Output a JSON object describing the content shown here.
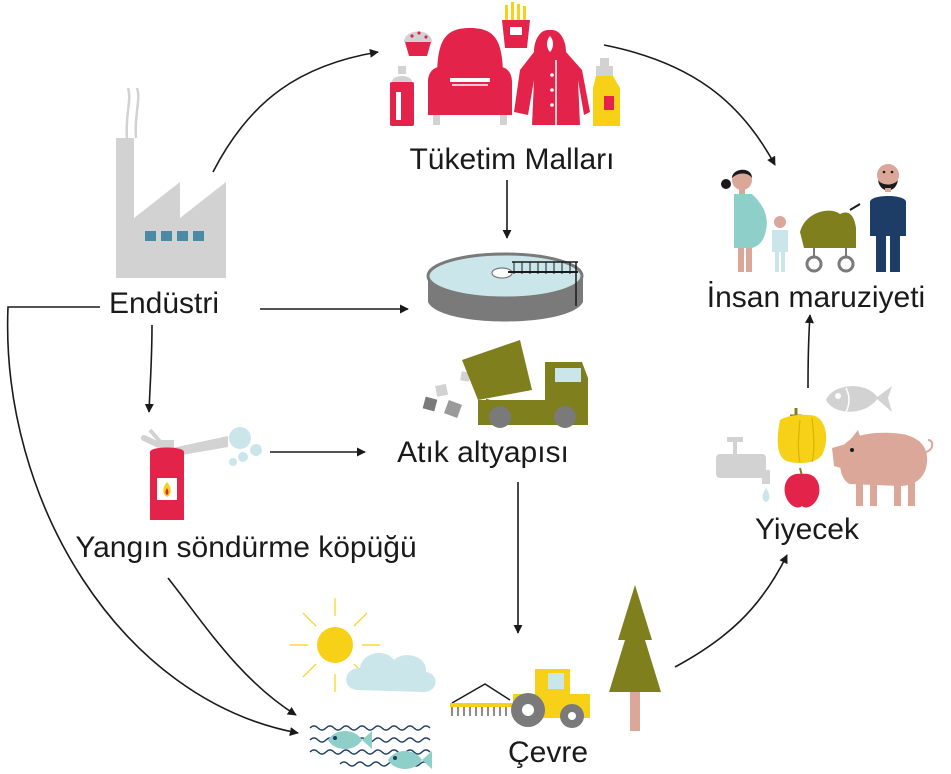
{
  "labels": {
    "consumer_goods": "Tüketim Malları",
    "industry": "Endüstri",
    "human_exposure": "İnsan maruziyeti",
    "waste_infrastructure": "Atık altyapısı",
    "firefighting_foam": "Yangın söndürme köpüğü",
    "food": "Yiyecek",
    "environment": "Çevre"
  },
  "colors": {
    "red": "#e4234b",
    "yellow": "#f7d117",
    "olive": "#7f7f1e",
    "gray": "#d2d2d2",
    "navy": "#1d3c66",
    "teal": "#8fcfc9",
    "pink": "#dba799",
    "skyblue": "#cbe6ea",
    "arrow": "#1a1a1a"
  },
  "icons": {
    "factory": "factory-icon",
    "muffin": "muffin-icon",
    "fries": "fries-icon",
    "spray": "spray-can-icon",
    "armchair": "armchair-icon",
    "coat": "coat-icon",
    "bottle": "detergent-bottle-icon",
    "tank": "treatment-tank-icon",
    "truck": "dump-truck-icon",
    "extinguisher": "fire-extinguisher-icon",
    "sun": "sun-icon",
    "cloud": "cloud-icon",
    "tractor": "tractor-icon",
    "tree": "tree-icon",
    "fish": "fish-icon",
    "tap": "water-tap-icon",
    "pepper": "pepper-icon",
    "apple": "apple-icon",
    "pig": "pig-icon",
    "pregnant_woman": "pregnant-woman-icon",
    "child": "child-icon",
    "stroller": "stroller-icon",
    "man": "man-icon"
  }
}
